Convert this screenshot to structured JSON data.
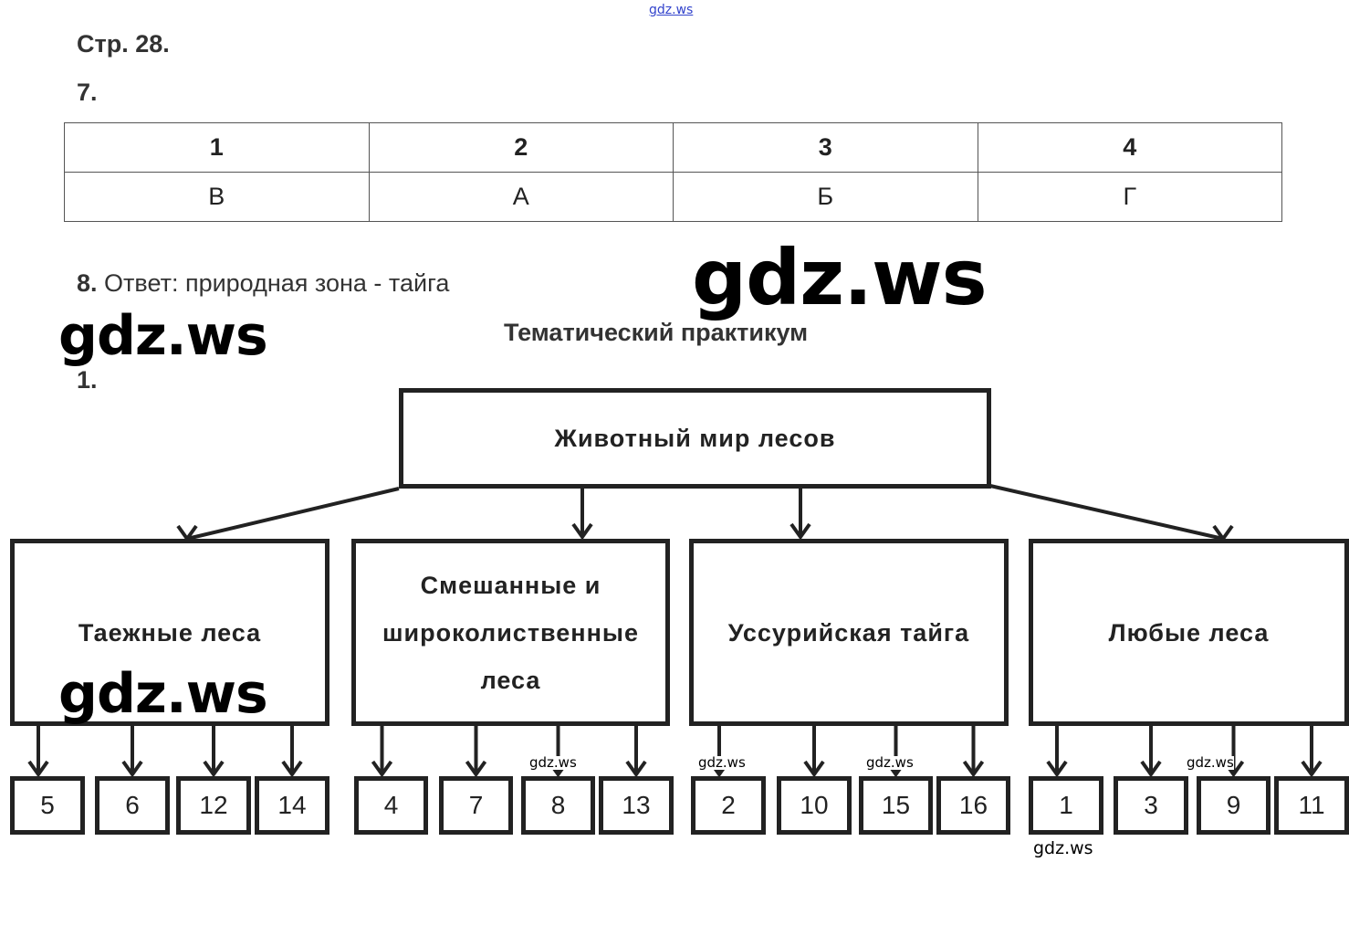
{
  "watermark": "gdz.ws",
  "page_label": "Стр. 28.",
  "task7": {
    "number": "7.",
    "headers": [
      "1",
      "2",
      "3",
      "4"
    ],
    "answers": [
      "В",
      "А",
      "Б",
      "Г"
    ]
  },
  "task8": {
    "number": "8.",
    "text": "Ответ: природная зона - тайга"
  },
  "section_title": "Тематический практикум",
  "task1_number": "1.",
  "diagram": {
    "root": "Животный мир лесов",
    "groups": [
      {
        "label": "Таежные леса",
        "leaves": [
          "5",
          "6",
          "12",
          "14"
        ]
      },
      {
        "label": "Смешанные и широколиственные леса",
        "lines": [
          "Смешанные и",
          "широколиственные",
          "леса"
        ],
        "leaves": [
          "4",
          "7",
          "8",
          "13"
        ]
      },
      {
        "label": "Уссурийская тайга",
        "leaves": [
          "2",
          "10",
          "15",
          "16"
        ]
      },
      {
        "label": "Любые леса",
        "leaves": [
          "1",
          "3",
          "9",
          "11"
        ]
      }
    ]
  }
}
